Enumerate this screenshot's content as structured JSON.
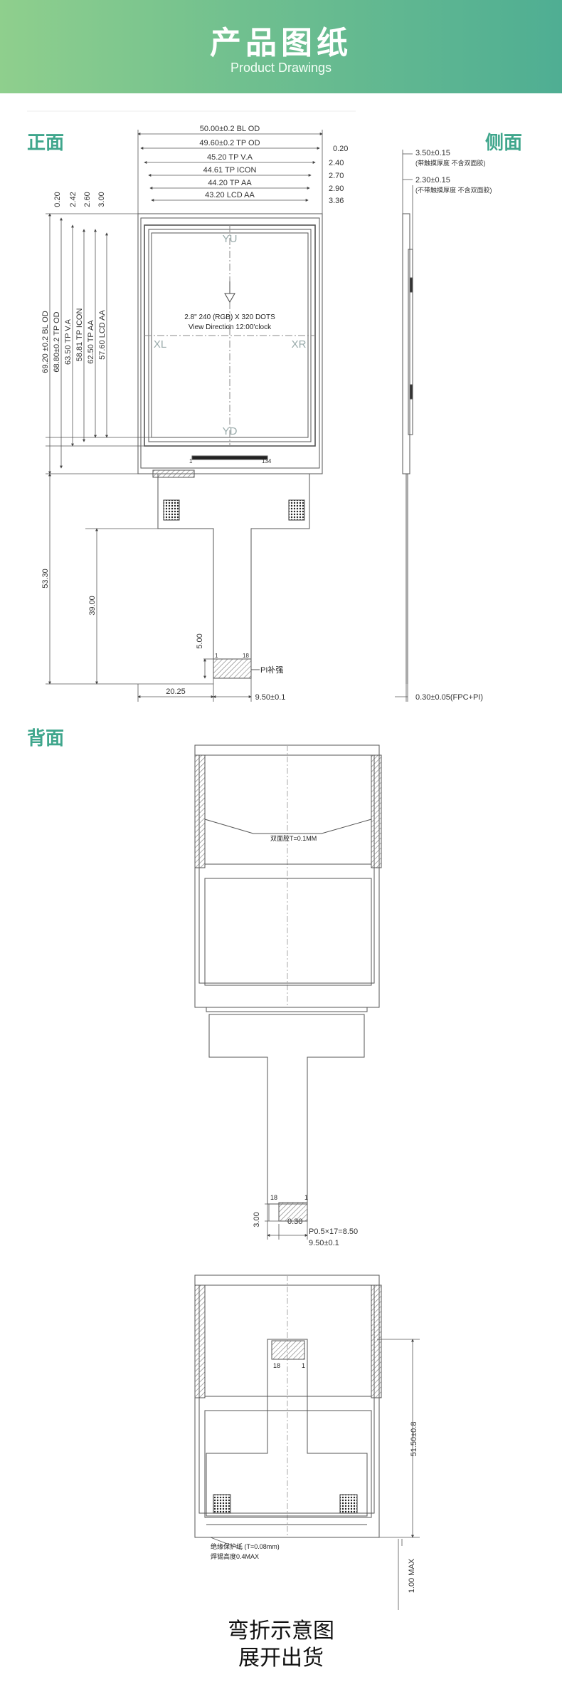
{
  "header": {
    "title": "产品图纸",
    "subtitle": "Product Drawings"
  },
  "sections": {
    "front": "正面",
    "side": "侧面",
    "back": "背面"
  },
  "front_dims": {
    "top": [
      "50.00±0.2 BL OD",
      "49.60±0.2 TP OD",
      "45.20 TP V.A",
      "44.61 TP ICON",
      "44.20 TP AA",
      "43.20 LCD AA"
    ],
    "top_right": [
      "0.20",
      "2.40",
      "2.70",
      "2.90",
      "3.36"
    ],
    "left_small": [
      "0.20",
      "2.42",
      "2.60",
      "3.00"
    ],
    "left": [
      "69.20 ±0.2 BL OD",
      "68.80±0.2 TP OD",
      "63.50 TP V.A",
      "58.81 TP ICON",
      "62.50 TP AA",
      "57.60 LCD AA"
    ],
    "lower": [
      "53.30",
      "39.00",
      "5.00",
      "20.25",
      "9.50±0.1"
    ],
    "pin_first": "1",
    "pin_last": "18",
    "fpc_pin_first": "1",
    "fpc_pin_last": "134",
    "pi_label": "PI补强"
  },
  "lcd": {
    "line1": "2.8\" 240 (RGB) X 320 DOTS",
    "line2": "View Direction 12:00'clock",
    "yu": "YU",
    "yd": "YD",
    "xl": "XL",
    "xr": "XR"
  },
  "side_dims": {
    "d1": "3.50±0.15",
    "d1_note": "(带触摸厚度 不含双面胶)",
    "d2": "2.30±0.15",
    "d2_note": "(不带触摸厚度 不含双面胶)",
    "d3": "0.30±0.05(FPC+PI)"
  },
  "back_dims": {
    "tape": "双面胶T=0.1MM",
    "pin_left": "18",
    "pin_right": "1",
    "d_300": "3.00",
    "d_030": "0.30",
    "pitch": "P0.5×17=8.50",
    "width": "9.50±0.1"
  },
  "bend_dims": {
    "pin_left": "18",
    "pin_right": "1",
    "length": "51.50±0.8",
    "note1": "绝缘保护纸 (T=0.08mm)",
    "note2": "焊锡高度0.4MAX",
    "max": "1.00 MAX"
  },
  "captions": {
    "line1": "弯折示意图",
    "line2": "展开出货"
  }
}
